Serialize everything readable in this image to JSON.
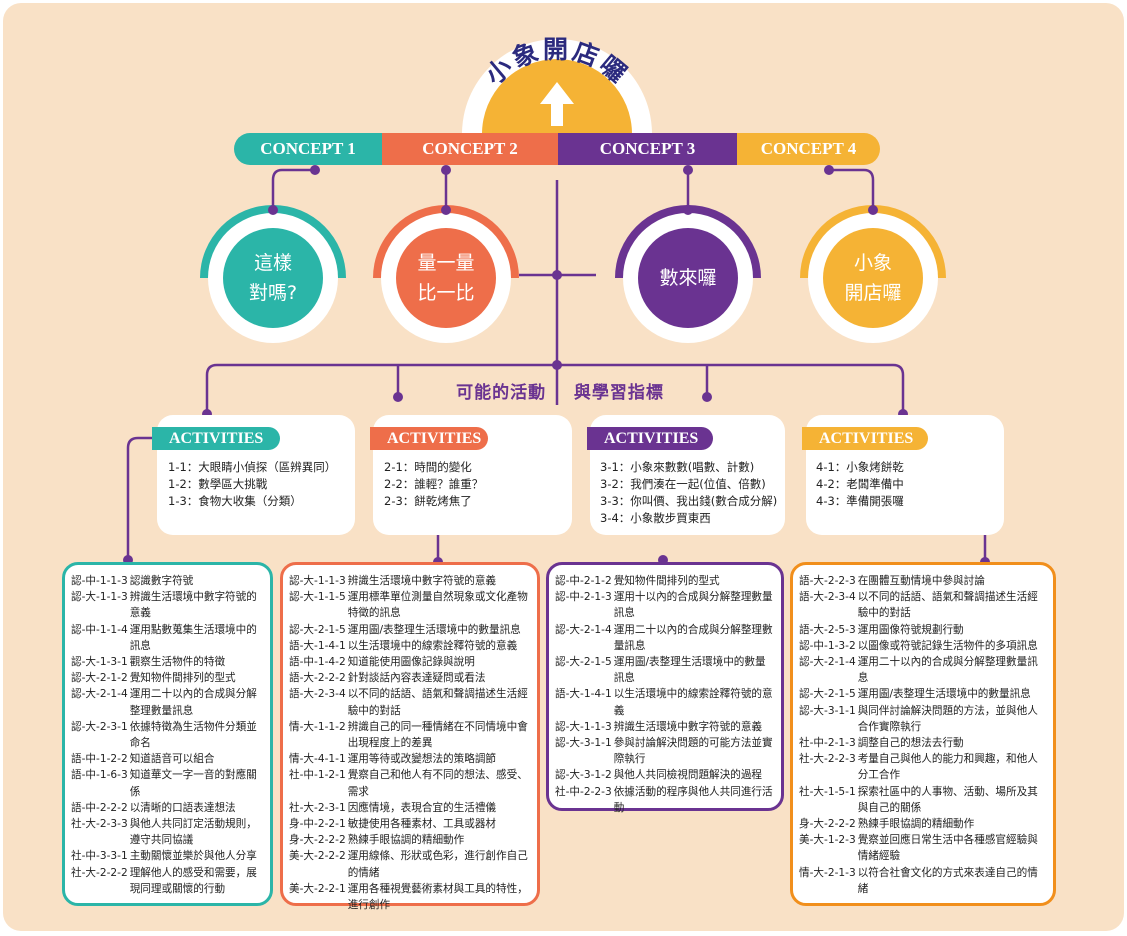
{
  "title": "小象開店囉",
  "colors": {
    "teal": "#2bb5a8",
    "orange": "#ee6e4a",
    "purple": "#6a3391",
    "yellow": "#f5b335",
    "amber": "#f18f1c",
    "background": "#f9e1c6"
  },
  "concepts": [
    {
      "label": "CONCEPT 1",
      "circle": [
        "這樣",
        "對嗎?"
      ]
    },
    {
      "label": "CONCEPT 2",
      "circle": [
        "量一量",
        "比一比"
      ]
    },
    {
      "label": "CONCEPT 3",
      "circle": [
        "數來囉"
      ]
    },
    {
      "label": "CONCEPT 4",
      "circle": [
        "小象",
        "開店囉"
      ]
    }
  ],
  "middle_title": {
    "left": "可能的活動",
    "right": "與學習指標"
  },
  "activities": [
    {
      "tag": "ACTIVITIES",
      "items": [
        "1-1：大眼睛小偵探（區辨異同）",
        "1-2：數學區大挑戰",
        "1-3：食物大收集（分類）"
      ]
    },
    {
      "tag": "ACTIVITIES",
      "items": [
        "2-1：時間的變化",
        "2-2：誰輕？誰重？",
        "2-3：餅乾烤焦了"
      ]
    },
    {
      "tag": "ACTIVITIES",
      "items": [
        "3-1：小象來數數(唱數、計數)",
        "3-2：我們湊在一起(位值、倍數)",
        "3-3：你叫價、我出錢(數合成分解)",
        "3-4：小象散步買東西"
      ]
    },
    {
      "tag": "ACTIVITIES",
      "items": [
        "4-1：小象烤餅乾",
        "4-2：老闆準備中",
        "4-3：準備開張囉"
      ]
    }
  ],
  "indicators": [
    [
      [
        "認-中-1-1-3",
        "認識數字符號"
      ],
      [
        "認-大-1-1-3",
        "辨識生活環境中數字符號的意義"
      ],
      [
        "認-中-1-1-4",
        "運用點數蒐集生活環境中的訊息"
      ],
      [
        "認-大-1-3-1",
        "觀察生活物件的特徵"
      ],
      [
        "認-大-2-1-2",
        "覺知物件間排列的型式"
      ],
      [
        "認-大-2-1-4",
        "運用二十以內的合成與分解整理數量訊息"
      ],
      [
        "認-大-2-3-1",
        "依據特徵為生活物件分類並命名"
      ],
      [
        "語-中-1-2-2",
        "知道語音可以組合"
      ],
      [
        "語-中-1-6-3",
        "知道華文一字一音的對應關係"
      ],
      [
        "語-中-2-2-2",
        "以清晰的口語表達想法"
      ],
      [
        "社-大-2-3-3",
        "與他人共同訂定活動規則，遵守共同協議"
      ],
      [
        "社-中-3-3-1",
        "主動關懷並樂於與他人分享"
      ],
      [
        "社-大-2-2-2",
        "理解他人的感受和需要，展現同理或關懷的行動"
      ]
    ],
    [
      [
        "認-大-1-1-3",
        "辨識生活環境中數字符號的意義"
      ],
      [
        "認-大-1-1-5",
        "運用標準單位測量自然現象或文化產物特徵的訊息"
      ],
      [
        "認-大-2-1-5",
        "運用圖/表整理生活環境中的數量訊息"
      ],
      [
        "語-大-1-4-1",
        "以生活環境中的線索詮釋符號的意義"
      ],
      [
        "語-中-1-4-2",
        "知道能使用圖像記錄與說明"
      ],
      [
        "語-大-2-2-2",
        "針對談話內容表達疑問或看法"
      ],
      [
        "語-大-2-3-4",
        "以不同的話語、語氣和聲調描述生活經驗中的對話"
      ],
      [
        "情-大-1-1-2",
        "辨識自己的同一種情緒在不同情境中會出現程度上的差異"
      ],
      [
        "情-大-4-1-1",
        "運用等待或改變想法的策略調節"
      ],
      [
        "社-中-1-2-1",
        "覺察自己和他人有不同的想法、感受、需求"
      ],
      [
        "社-大-2-3-1",
        "因應情境，表現合宜的生活禮儀"
      ],
      [
        "身-中-2-2-1",
        "敏捷使用各種素材、工具或器材"
      ],
      [
        "身-大-2-2-2",
        "熟練手眼協調的精細動作"
      ],
      [
        "美-大-2-2-2",
        "運用線條、形狀或色彩，進行創作自己的情緒"
      ],
      [
        "美-大-2-2-1",
        "運用各種視覺藝術素材與工具的特性，進行創作"
      ]
    ],
    [
      [
        "認-中-2-1-2",
        "覺知物件間排列的型式"
      ],
      [
        "認-中-2-1-3",
        "運用十以內的合成與分解整理數量訊息"
      ],
      [
        "認-大-2-1-4",
        "運用二十以內的合成與分解整理數量訊息"
      ],
      [
        "認-大-2-1-5",
        "運用圖/表整理生活環境中的數量訊息"
      ],
      [
        "語-大-1-4-1",
        "以生活環境中的線索詮釋符號的意義"
      ],
      [
        "認-大-1-1-3",
        "辨識生活環境中數字符號的意義"
      ],
      [
        "認-大-3-1-1",
        "參與討論解決問題的可能方法並實際執行"
      ],
      [
        "認-大-3-1-2",
        "與他人共同檢視問題解決的過程"
      ],
      [
        "社-中-2-2-3",
        "依據活動的程序與他人共同進行活動"
      ]
    ],
    [
      [
        "語-大-2-2-3",
        "在團體互動情境中參與討論"
      ],
      [
        "語-大-2-3-4",
        "以不同的話語、語氣和聲調描述生活經驗中的對話"
      ],
      [
        "語-大-2-5-3",
        "運用圖像符號規劃行動"
      ],
      [
        "認-中-1-3-2",
        "以圖像或符號記錄生活物件的多項訊息"
      ],
      [
        "認-大-2-1-4",
        "運用二十以內的合成與分解整理數量訊息"
      ],
      [
        "認-大-2-1-5",
        "運用圖/表整理生活環境中的數量訊息"
      ],
      [
        "認-大-3-1-1",
        "與同伴討論解決問題的方法，並與他人合作實際執行"
      ],
      [
        "社-中-2-1-3",
        "調整自己的想法去行動"
      ],
      [
        "社-大-2-2-3",
        "考量自己與他人的能力和興趣，和他人分工合作"
      ],
      [
        "社-大-1-5-1",
        "探索社區中的人事物、活動、場所及其與自己的關係"
      ],
      [
        "身-大-2-2-2",
        "熟練手眼協調的精細動作"
      ],
      [
        "美-大-1-2-3",
        "覺察並回應日常生活中各種感官經驗與情緒經驗"
      ],
      [
        "情-大-2-1-3",
        "以符合社會文化的方式來表達自己的情緒"
      ]
    ]
  ]
}
